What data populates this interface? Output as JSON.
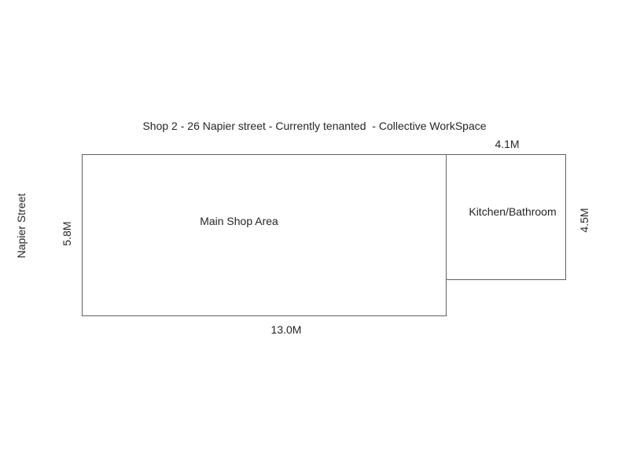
{
  "title": "Shop 2 - 26 Napier street - Currently tenanted  - Collective WorkSpace",
  "street_label": "Napier Street",
  "rooms": {
    "main": {
      "label": "Main Shop Area",
      "width_label": "13.0M",
      "height_label": "5.8M"
    },
    "kitchen": {
      "label": "Kitchen/Bathroom",
      "width_label": "4.1M",
      "height_label": "4.5M"
    }
  },
  "colors": {
    "background": "#ffffff",
    "stroke": "#616161",
    "text": "#262626"
  }
}
